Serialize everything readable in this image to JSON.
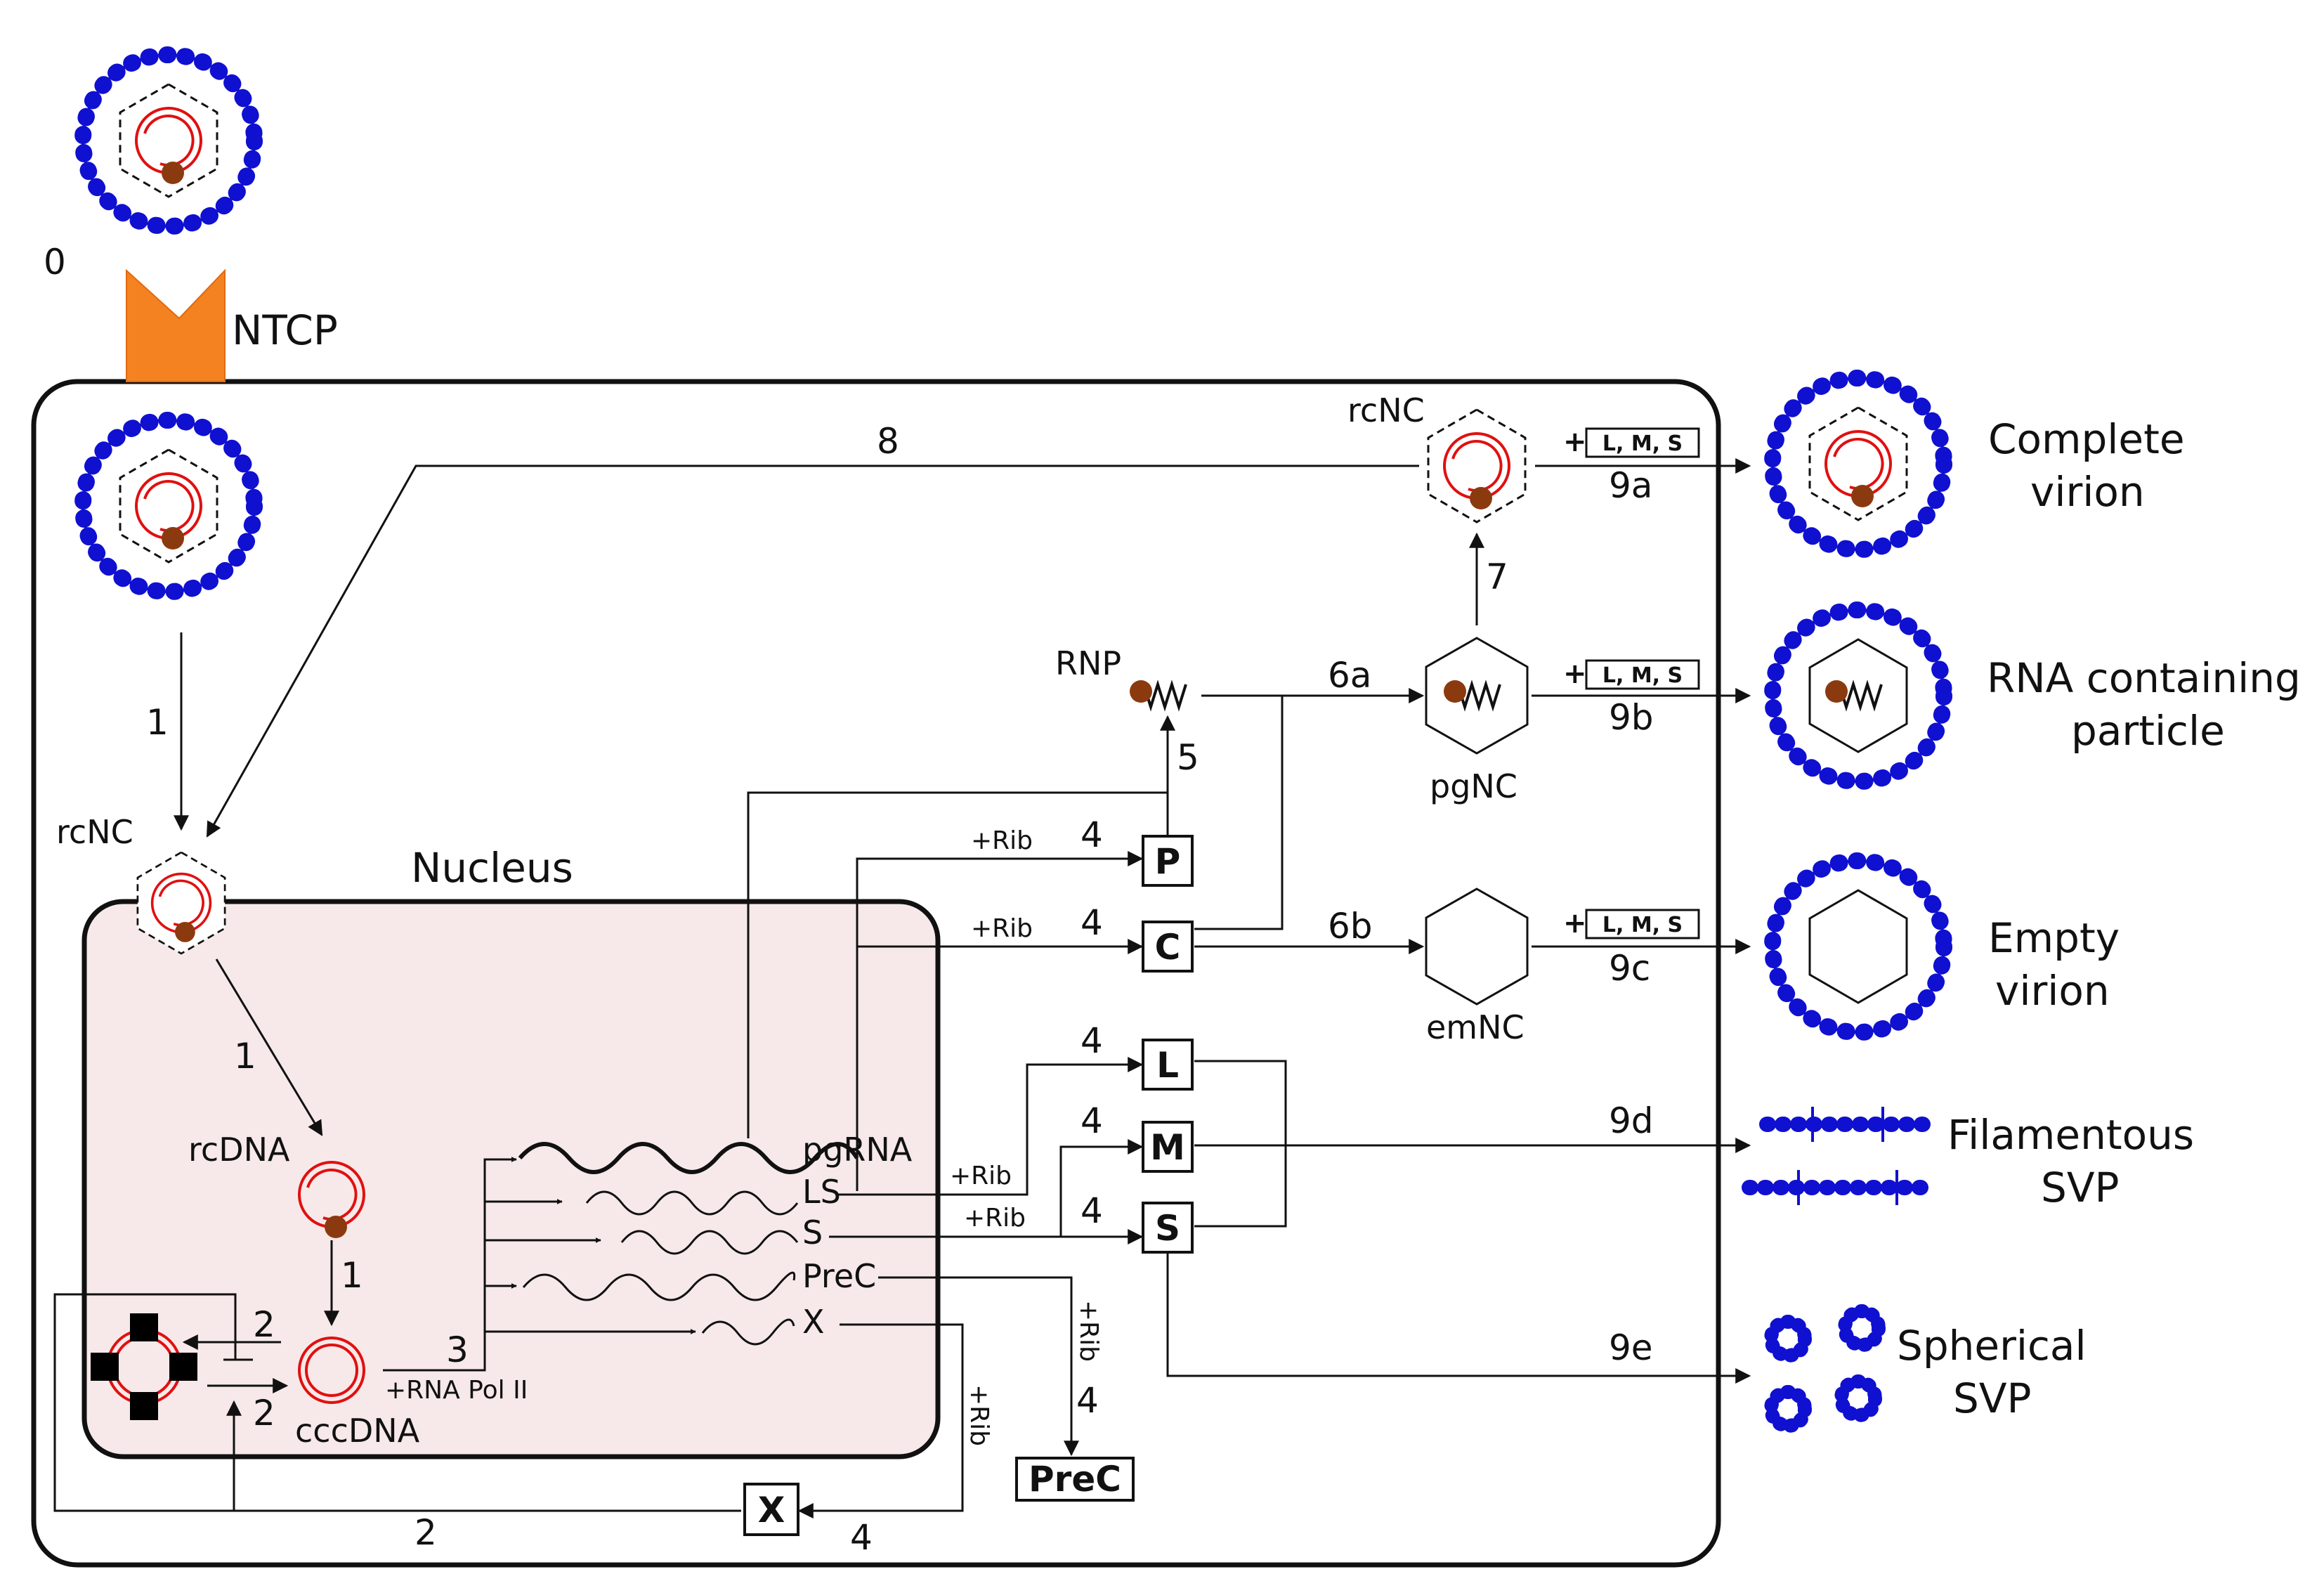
{
  "receptor": "NTCP",
  "step0": "0",
  "nucleus_label": "Nucleus",
  "labels": {
    "rcnc_top": "rcNC",
    "rcnc_left": "rcNC",
    "rcdna": "rcDNA",
    "cccdna": "cccDNA",
    "rnp": "RNP",
    "pgnc": "pgNC",
    "emnc": "emNC",
    "rna_pol": "+RNA Pol II"
  },
  "transcripts": [
    "pgRNA",
    "LS",
    "S",
    "PreC",
    "X"
  ],
  "rib": "+Rib",
  "proteins": {
    "p": "P",
    "c": "C",
    "l": "L",
    "m": "M",
    "s": "S",
    "x": "X",
    "prec": "PreC"
  },
  "plus": "+",
  "lms": "L, M, S",
  "steps": {
    "s1a": "1",
    "s1b": "1",
    "s1c": "1",
    "s2a": "2",
    "s2b": "2",
    "s2c": "2",
    "s3": "3",
    "s4_p": "4",
    "s4_c": "4",
    "s4_l": "4",
    "s4_m": "4",
    "s4_s": "4",
    "s4_prec": "4",
    "s4_x": "4",
    "s5": "5",
    "s6a": "6a",
    "s6b": "6b",
    "s7": "7",
    "s8": "8",
    "s9a": "9a",
    "s9b": "9b",
    "s9c": "9c",
    "s9d": "9d",
    "s9e": "9e"
  },
  "products": {
    "complete_1": "Complete",
    "complete_2": "virion",
    "rna_1": "RNA containing",
    "rna_2": "particle",
    "empty_1": "Empty",
    "empty_2": "virion",
    "fil_1": "Filamentous",
    "fil_2": "SVP",
    "sph_1": "Spherical",
    "sph_2": "SVP"
  },
  "colors": {
    "envelope": "#1010d0",
    "genome": "#e01010",
    "polymerase": "#8b3a0f",
    "receptor": "#f58220",
    "nucleus_fill": "#f7e9e9",
    "line": "#111111"
  }
}
